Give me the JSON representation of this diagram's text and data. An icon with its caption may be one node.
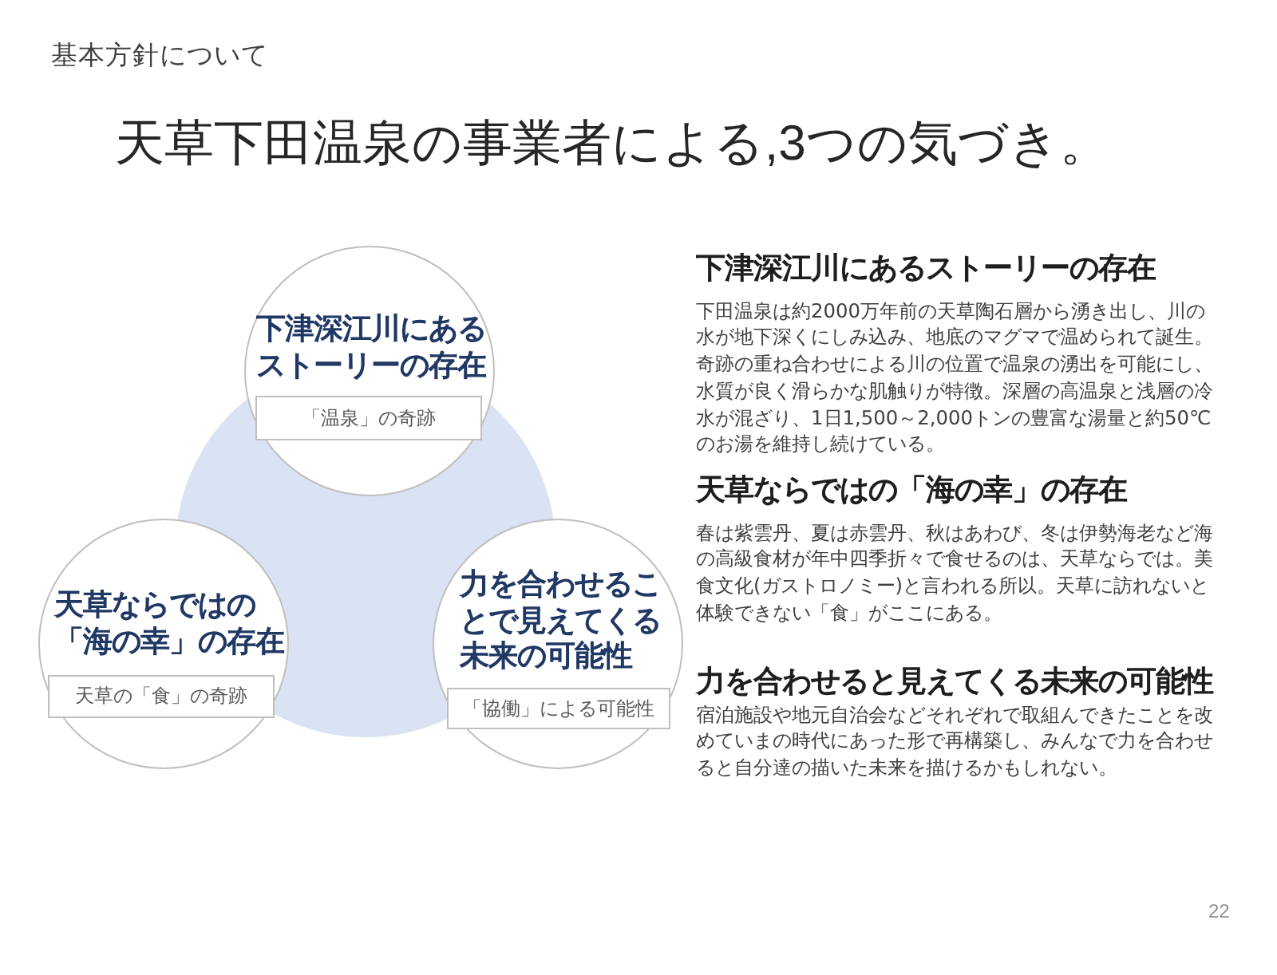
{
  "diagram": {
    "title": "天草下田温泉の事業者による,3つの気づき。",
    "nodes": [
      {
        "text": [
          "下津深江川にあるストーリーの存在"
        ]
      },
      {
        "text": [
          "「温泉」の奇跡"
        ],
        "in": 0
      },
      {
        "text": [
          "天草ならではの「海の幸」の存在"
        ]
      },
      {
        "text": [
          "天草の「食」の奇跡"
        ],
        "in": 2
      },
      {
        "text": [
          "力を合わせることで見えてくる未来の可能性"
        ]
      },
      {
        "text": [
          "「協働」による可能性"
        ],
        "in": 4
      }
    ],
    "labels": [
      "基本方針について",
      "下津深江川にあるストーリーの存在",
      "下田温泉は約2000万年前の天草陶石層から湧き出し、川の水が地下深くにしみ込み、地底のマグマで温められて誕生。奇跡の重ね合わせによる川の位置で温泉の湧出を可能にし、水質が良く滑らかな肌触りが特徴。深層の高温泉と浅層の冷水が混ざり、1日1,500～2,000トンの豊富な湯量と約50℃のお湯を維持し続けている。",
      "天草ならではの「海の幸」の存在",
      "春は紫雲丹、夏は赤雲丹、秋はあわび、冬は伊勢海老など海の高級食材が年中四季折々で食せるのは、天草ならでは。美食文化(ガストロノミー)と言われる所以。天草に訪れないと体験できない「食」がここにある。",
      "力を合わせると見えてくる未来の可能性",
      "宿泊施設や地元自治会などそれぞれで取組んできたことを改めていまの時代にあった形で再構築し、みんなで力を合わせると自分達の描いた未来を描けるかもしれない。",
      "22"
    ]
  }
}
